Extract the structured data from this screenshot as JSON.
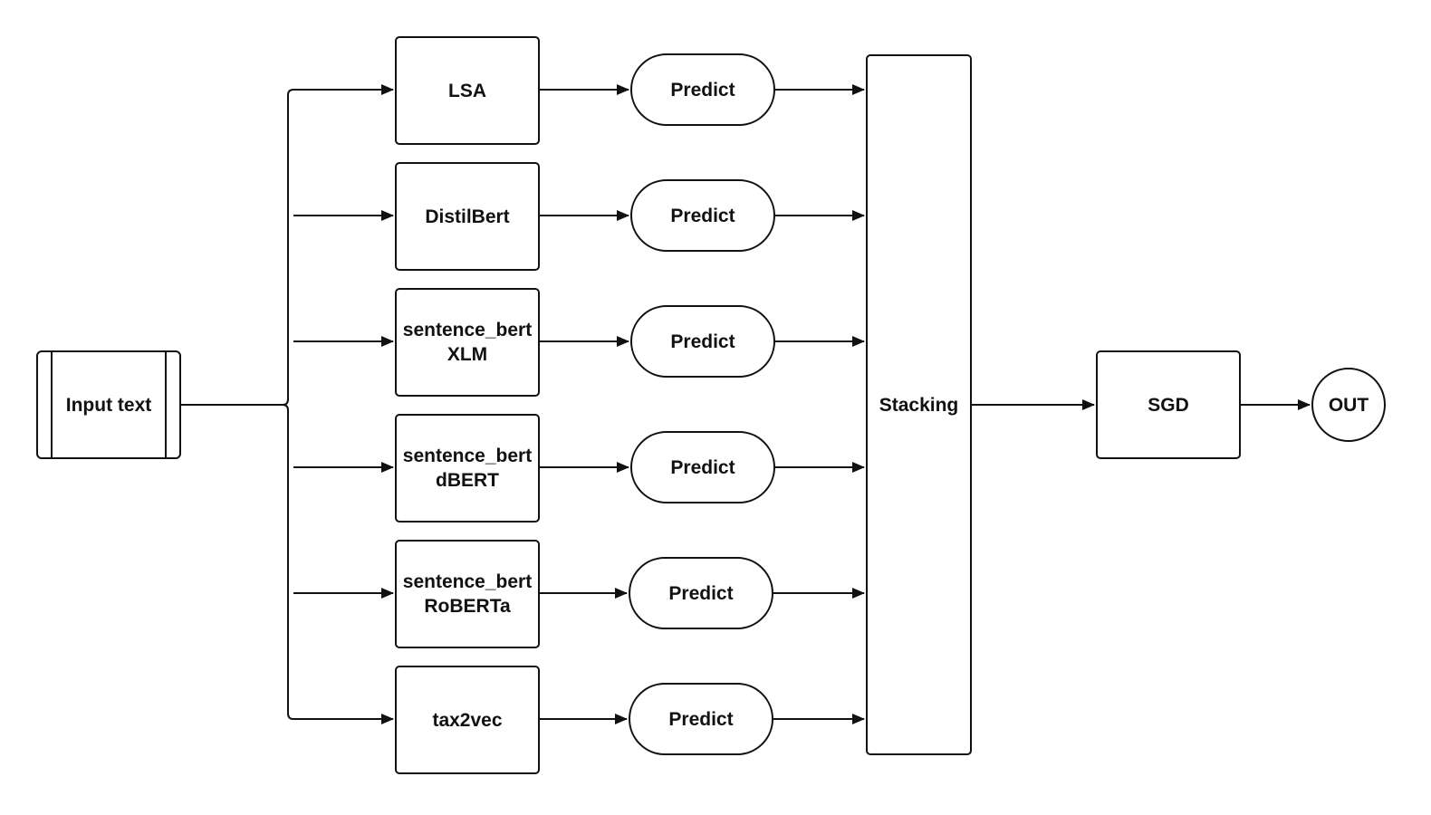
{
  "input": {
    "label": "Input text"
  },
  "models": [
    {
      "label": "LSA"
    },
    {
      "label": "DistilBert"
    },
    {
      "label": "sentence_bert\nXLM"
    },
    {
      "label": "sentence_bert\ndBERT"
    },
    {
      "label": "sentence_bert\nRoBERTa"
    },
    {
      "label": "tax2vec"
    }
  ],
  "predict": [
    {
      "label": "Predict"
    },
    {
      "label": "Predict"
    },
    {
      "label": "Predict"
    },
    {
      "label": "Predict"
    },
    {
      "label": "Predict"
    },
    {
      "label": "Predict"
    }
  ],
  "stacking": {
    "label": "Stacking"
  },
  "sgd": {
    "label": "SGD"
  },
  "output": {
    "label": "OUT"
  },
  "colors": {
    "stroke": "#111111",
    "fill": "#ffffff"
  }
}
